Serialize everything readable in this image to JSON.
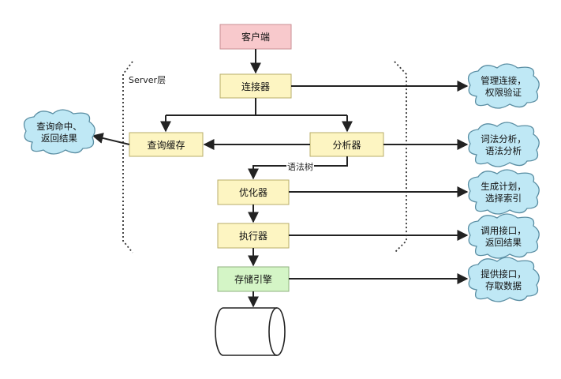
{
  "server_layer_label": "Server层",
  "edge_label_parse_tree": "语法树",
  "nodes": {
    "client": "客户端",
    "connector": "连接器",
    "query_cache": "查询缓存",
    "analyzer": "分析器",
    "optimizer": "优化器",
    "executor": "执行器",
    "storage_engine": "存储引擎"
  },
  "clouds": {
    "cache_hit": [
      "查询命中、",
      "返回结果"
    ],
    "connection_mgmt": [
      "管理连接，",
      "权限验证"
    ],
    "lexical_syntax": [
      "词法分析，",
      "语法分析"
    ],
    "plan_index": [
      "生成计划，",
      "选择索引"
    ],
    "call_interface": [
      "调用接口，",
      "返回结果"
    ],
    "store_fetch": [
      "提供接口，",
      "存取数据"
    ]
  },
  "colors": {
    "client_fill": "#f8c9cc",
    "client_border": "#c98f93",
    "server_fill": "#fdf5c2",
    "server_border": "#b8ad6a",
    "engine_fill": "#d4f5c6",
    "engine_border": "#8fb27f",
    "cloud_fill": "#bfe8f5",
    "cloud_border": "#5a8ea3",
    "line": "#222222"
  }
}
